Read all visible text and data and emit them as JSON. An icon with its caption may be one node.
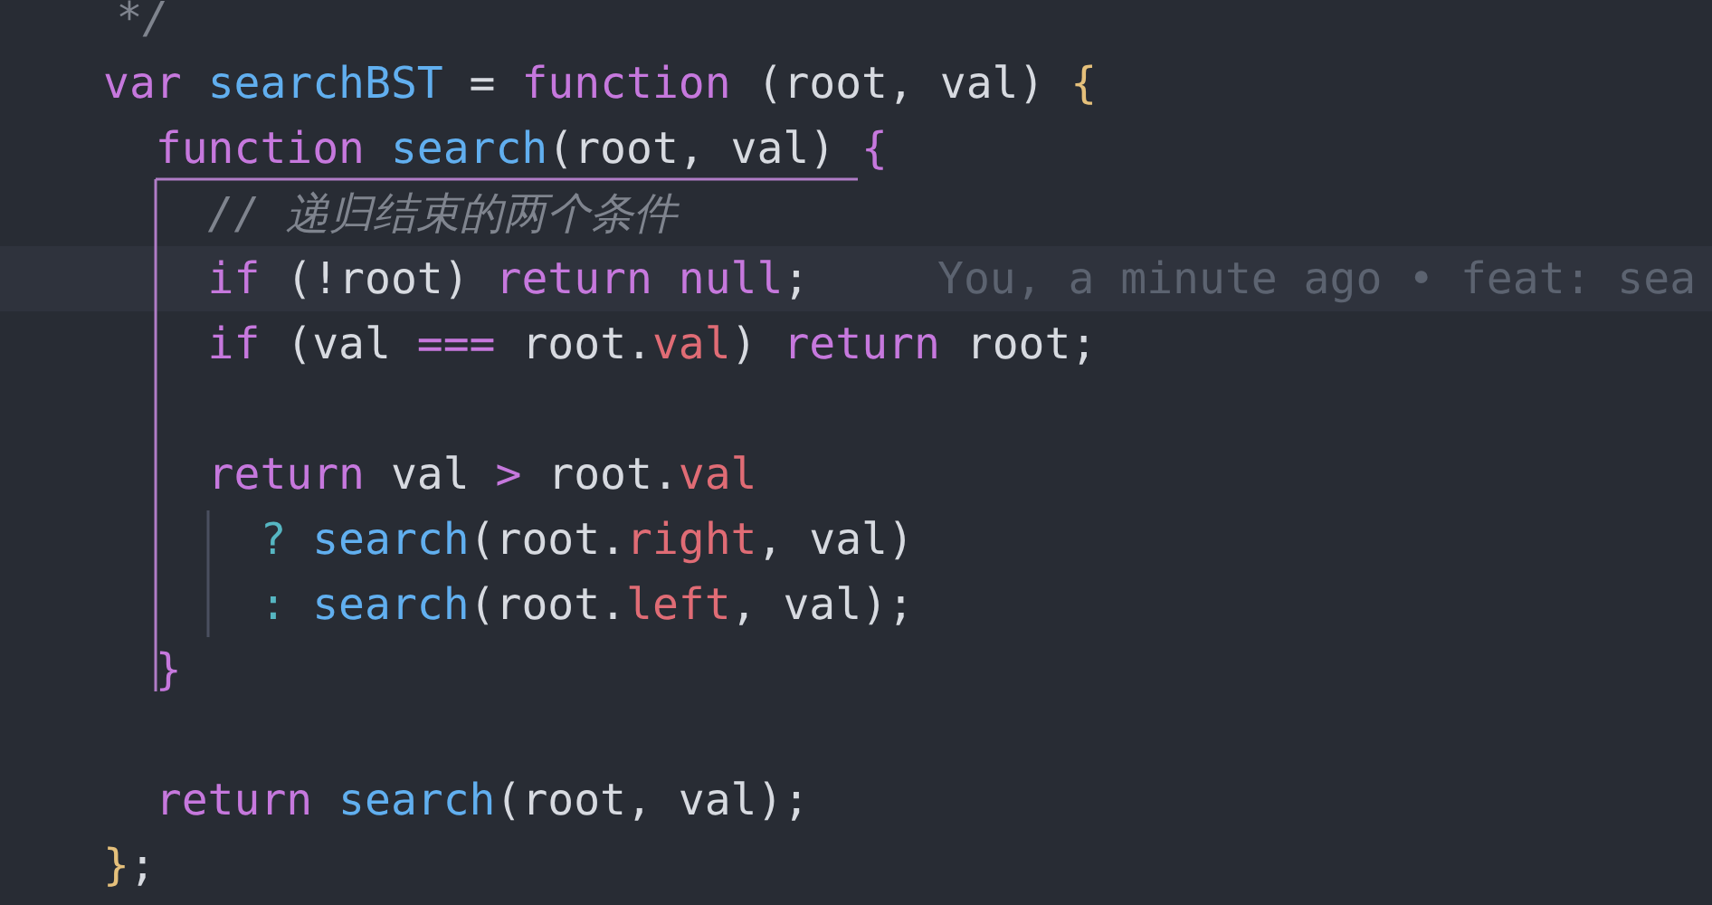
{
  "diagram": {
    "labels": [
      "*/",
      "var searchBST = function (root, val) {",
      "function search(root, val) {",
      "// 递归结束的两个条件",
      "if (!root) return null;",
      "You, a minute ago • feat: sea",
      "if (val === root.val) return root;",
      "return val > root.val",
      "? search(root.right, val)",
      ": search(root.left, val);",
      "}",
      "return search(root, val);",
      "};"
    ]
  }
}
